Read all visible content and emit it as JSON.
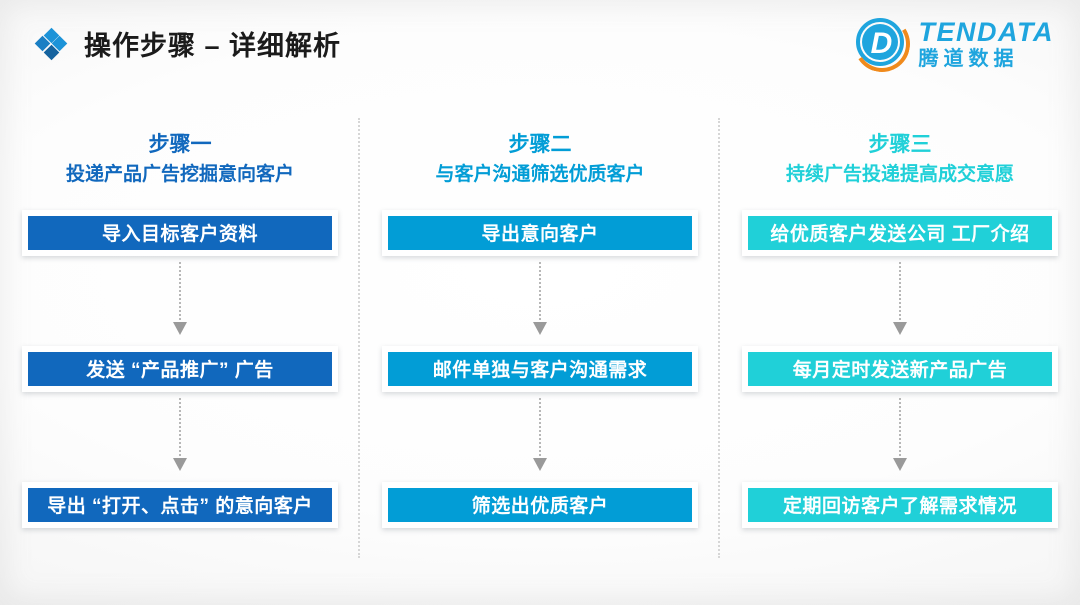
{
  "header": {
    "title": "操作步骤 – 详细解析",
    "icon": "diamond-cluster-icon"
  },
  "logo": {
    "mark_letter": "D",
    "name_en": "TENDATA",
    "name_cn": "腾道数据",
    "brand_blue": "#1fa5de",
    "brand_orange": "#f08a1c"
  },
  "columns": [
    {
      "step_label": "步骤一",
      "step_sub": "投递产品广告挖掘意向客户",
      "accent": "#1168bd",
      "boxes": [
        "导入目标客户资料",
        "发送 “产品推广” 广告",
        "导出 “打开、点击” 的意向客户"
      ]
    },
    {
      "step_label": "步骤二",
      "step_sub": "与客户沟通筛选优质客户",
      "accent": "#029dd6",
      "boxes": [
        "导出意向客户",
        "邮件单独与客户沟通需求",
        "筛选出优质客户"
      ]
    },
    {
      "step_label": "步骤三",
      "step_sub": "持续广告投递提高成交意愿",
      "accent": "#20d0d8",
      "boxes": [
        "给优质客户发送公司 工厂介绍",
        "每月定时发送新产品广告",
        "定期回访客户了解需求情况"
      ]
    }
  ]
}
